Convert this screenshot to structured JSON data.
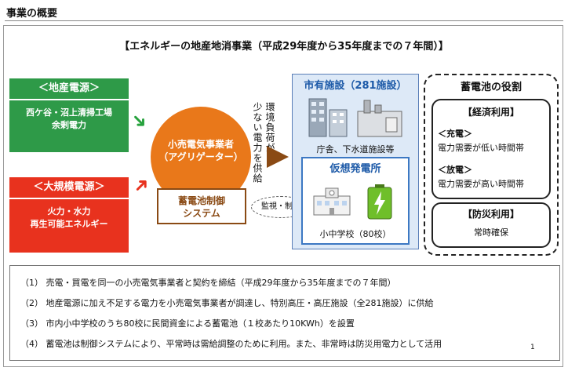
{
  "page_title": "事業の概要",
  "headline": "【エネルギーの地産地消事業（平成29年度から35年度までの７年間）】",
  "sources": {
    "local": {
      "heading": "＜地産電源＞",
      "line1": "西ケ谷・沼上清掃工場",
      "line2": "余剰電力"
    },
    "large": {
      "heading": "＜大規模電源＞",
      "line1": "火力・水力",
      "line2": "再生可能エネルギー"
    }
  },
  "aggregator": {
    "name": "小売電気事業者",
    "sub": "（アグリゲーター）"
  },
  "battery_control": {
    "line1": "蓄電池制御",
    "line2": "システム"
  },
  "supply_note": {
    "col1": "環境負荷が",
    "col2": "少ない電力を供給"
  },
  "monitor_label": "監視・制御",
  "city_facilities": {
    "title": "市有施設（281施設）",
    "caption": "庁舎、下水道施設等"
  },
  "vpp": {
    "title": "仮想発電所",
    "caption": "小中学校（80校）"
  },
  "battery_role": {
    "title": "蓄電池の役割",
    "economic": {
      "title": "【経済利用】",
      "charge_heading": "＜充電＞",
      "charge_desc": "電力需要が低い時間帯",
      "discharge_heading": "＜放電＞",
      "discharge_desc": "電力需要が高い時間帯"
    },
    "disaster": {
      "title": "【防災利用】",
      "desc": "常時確保"
    }
  },
  "notes": [
    "（1） 売電・買電を同一の小売電気事業者と契約を締結（平成29年度から35年度までの７年間）",
    "（2） 地産電源に加え不足する電力を小売電気事業者が調達し、特別高圧・高圧施設（全281施設）に供給",
    "（3） 市内小中学校のうち80校に民間資金による蓄電池（１校あたり10KWh）を設置",
    "（4） 蓄電池は制御システムにより、平常時は需給調整のために利用。また、非常時は防災用電力として活用"
  ],
  "page_number": "1",
  "colors": {
    "local_green": "#2e9a48",
    "large_red": "#e8321e",
    "aggregator_orange": "#e9781a",
    "control_brown": "#8a4a14",
    "facility_blue": "#1d5aa8"
  },
  "icons": {
    "arrow_green": "arrow-right-icon",
    "arrow_red": "arrow-right-icon",
    "buildings": "city-buildings-icon",
    "school": "school-icon",
    "battery": "battery-icon"
  }
}
